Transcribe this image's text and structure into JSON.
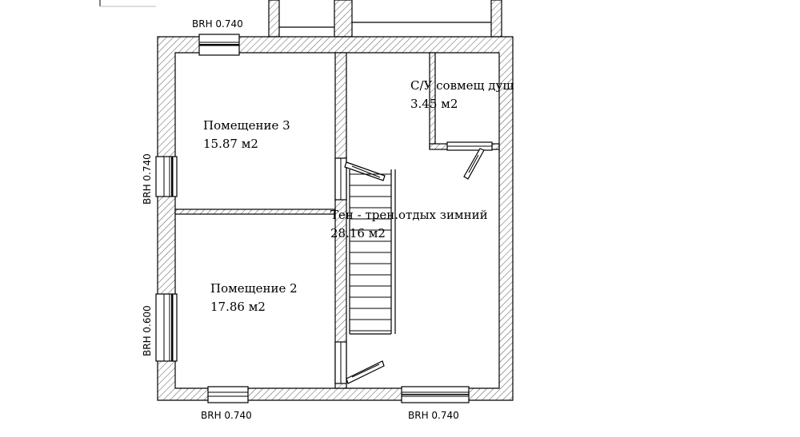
{
  "rooms": {
    "room3": {
      "name": "Помещение 3",
      "area": "15.87 м2"
    },
    "room2": {
      "name": "Помещение 2",
      "area": "17.86 м2"
    },
    "bathroom": {
      "name": "С/У совмещ душ",
      "area": "3.45 м2"
    },
    "main": {
      "name": "Тен - трен.отдых зимний",
      "area": "28.16 м2"
    }
  },
  "windows": {
    "top": "BRH 0.740",
    "left_upper": "BRH 0.740",
    "left_lower": "BRH 0.600",
    "bottom_left": "BRH 0.740",
    "bottom_right": "BRH 0.740"
  }
}
